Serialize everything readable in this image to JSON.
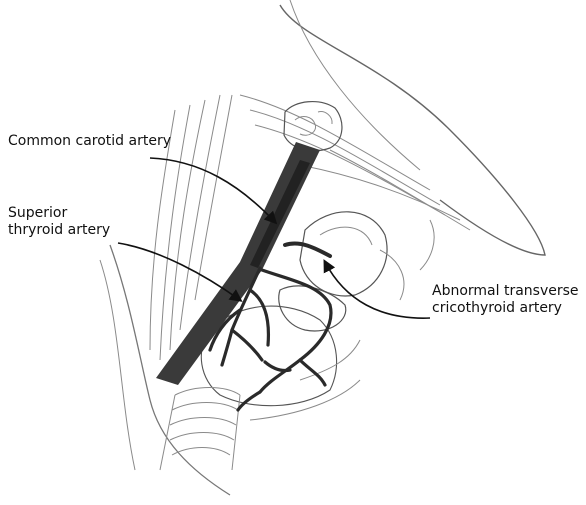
{
  "labels": {
    "common_carotid": "Common carotid artery",
    "superior_thyroid": [
      "Superior",
      "thryroid artery"
    ],
    "abnormal_transverse": [
      "Abnormal transverse",
      "cricothyroid artery"
    ]
  },
  "colors": {
    "artery": "#3a3a3a",
    "sketch": "#7d7d7d",
    "leader": "#111111"
  }
}
